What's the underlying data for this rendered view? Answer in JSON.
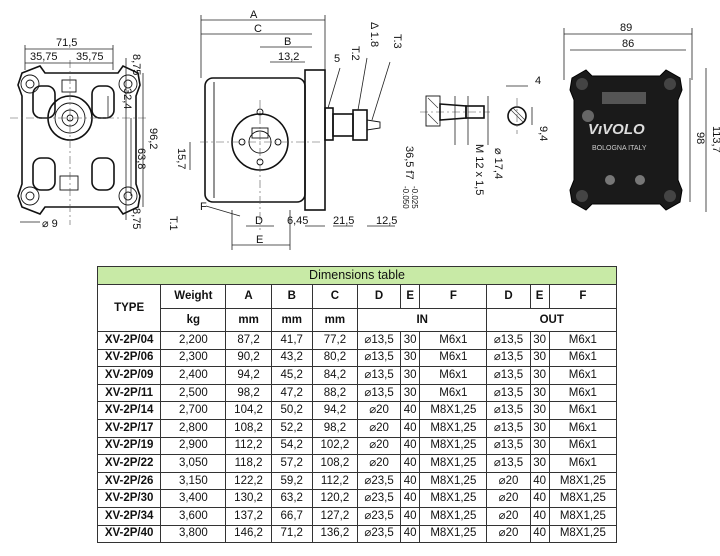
{
  "drawing": {
    "front_view": {
      "dims": [
        "71,5",
        "35,75",
        "35,75",
        "8,75",
        "32,4",
        "96,2",
        "63,8",
        "8,75",
        "⌀ 9"
      ],
      "labels": [
        "T.1"
      ]
    },
    "side_view": {
      "dims": [
        "A",
        "C",
        "B",
        "13,2",
        "5",
        "T.2",
        "Δ 1.8",
        "T.3",
        "15,7",
        "F",
        "D",
        "6,45",
        "21,5",
        "12,5",
        "E",
        "36,5 f7",
        "-0.025",
        "-0.050",
        "M 12 x 1,5",
        "⌀ 17,4"
      ]
    },
    "shaft_detail": {
      "dims": [
        "4",
        "9,4"
      ]
    },
    "product_view": {
      "dims": [
        "89",
        "86",
        "98",
        "113,7"
      ],
      "brand": "VıVOLO",
      "plate_text": "BOLOGNA   ITALY"
    }
  },
  "table": {
    "title": "Dimensions table",
    "headers": [
      "TYPE",
      "Weight",
      "A",
      "B",
      "C",
      "D",
      "E",
      "F",
      "D",
      "E",
      "F"
    ],
    "units": [
      "kg",
      "mm",
      "mm",
      "mm"
    ],
    "in_label": "IN",
    "out_label": "OUT",
    "rows": [
      [
        "XV-2P/04",
        "2,200",
        "87,2",
        "41,7",
        "77,2",
        "⌀13,5",
        "30",
        "M6x1",
        "⌀13,5",
        "30",
        "M6x1"
      ],
      [
        "XV-2P/06",
        "2,300",
        "90,2",
        "43,2",
        "80,2",
        "⌀13,5",
        "30",
        "M6x1",
        "⌀13,5",
        "30",
        "M6x1"
      ],
      [
        "XV-2P/09",
        "2,400",
        "94,2",
        "45,2",
        "84,2",
        "⌀13,5",
        "30",
        "M6x1",
        "⌀13,5",
        "30",
        "M6x1"
      ],
      [
        "XV-2P/11",
        "2,500",
        "98,2",
        "47,2",
        "88,2",
        "⌀13,5",
        "30",
        "M6x1",
        "⌀13,5",
        "30",
        "M6x1"
      ],
      [
        "XV-2P/14",
        "2,700",
        "104,2",
        "50,2",
        "94,2",
        "⌀20",
        "40",
        "M8X1,25",
        "⌀13,5",
        "30",
        "M6x1"
      ],
      [
        "XV-2P/17",
        "2,800",
        "108,2",
        "52,2",
        "98,2",
        "⌀20",
        "40",
        "M8X1,25",
        "⌀13,5",
        "30",
        "M6x1"
      ],
      [
        "XV-2P/19",
        "2,900",
        "112,2",
        "54,2",
        "102,2",
        "⌀20",
        "40",
        "M8X1,25",
        "⌀13,5",
        "30",
        "M6x1"
      ],
      [
        "XV-2P/22",
        "3,050",
        "118,2",
        "57,2",
        "108,2",
        "⌀20",
        "40",
        "M8X1,25",
        "⌀13,5",
        "30",
        "M6x1"
      ],
      [
        "XV-2P/26",
        "3,150",
        "122,2",
        "59,2",
        "112,2",
        "⌀23,5",
        "40",
        "M8X1,25",
        "⌀20",
        "40",
        "M8X1,25"
      ],
      [
        "XV-2P/30",
        "3,400",
        "130,2",
        "63,2",
        "120,2",
        "⌀23,5",
        "40",
        "M8X1,25",
        "⌀20",
        "40",
        "M8X1,25"
      ],
      [
        "XV-2P/34",
        "3,600",
        "137,2",
        "66,7",
        "127,2",
        "⌀23,5",
        "40",
        "M8X1,25",
        "⌀20",
        "40",
        "M8X1,25"
      ],
      [
        "XV-2P/40",
        "3,800",
        "146,2",
        "71,2",
        "136,2",
        "⌀23,5",
        "40",
        "M8X1,25",
        "⌀20",
        "40",
        "M8X1,25"
      ]
    ]
  }
}
